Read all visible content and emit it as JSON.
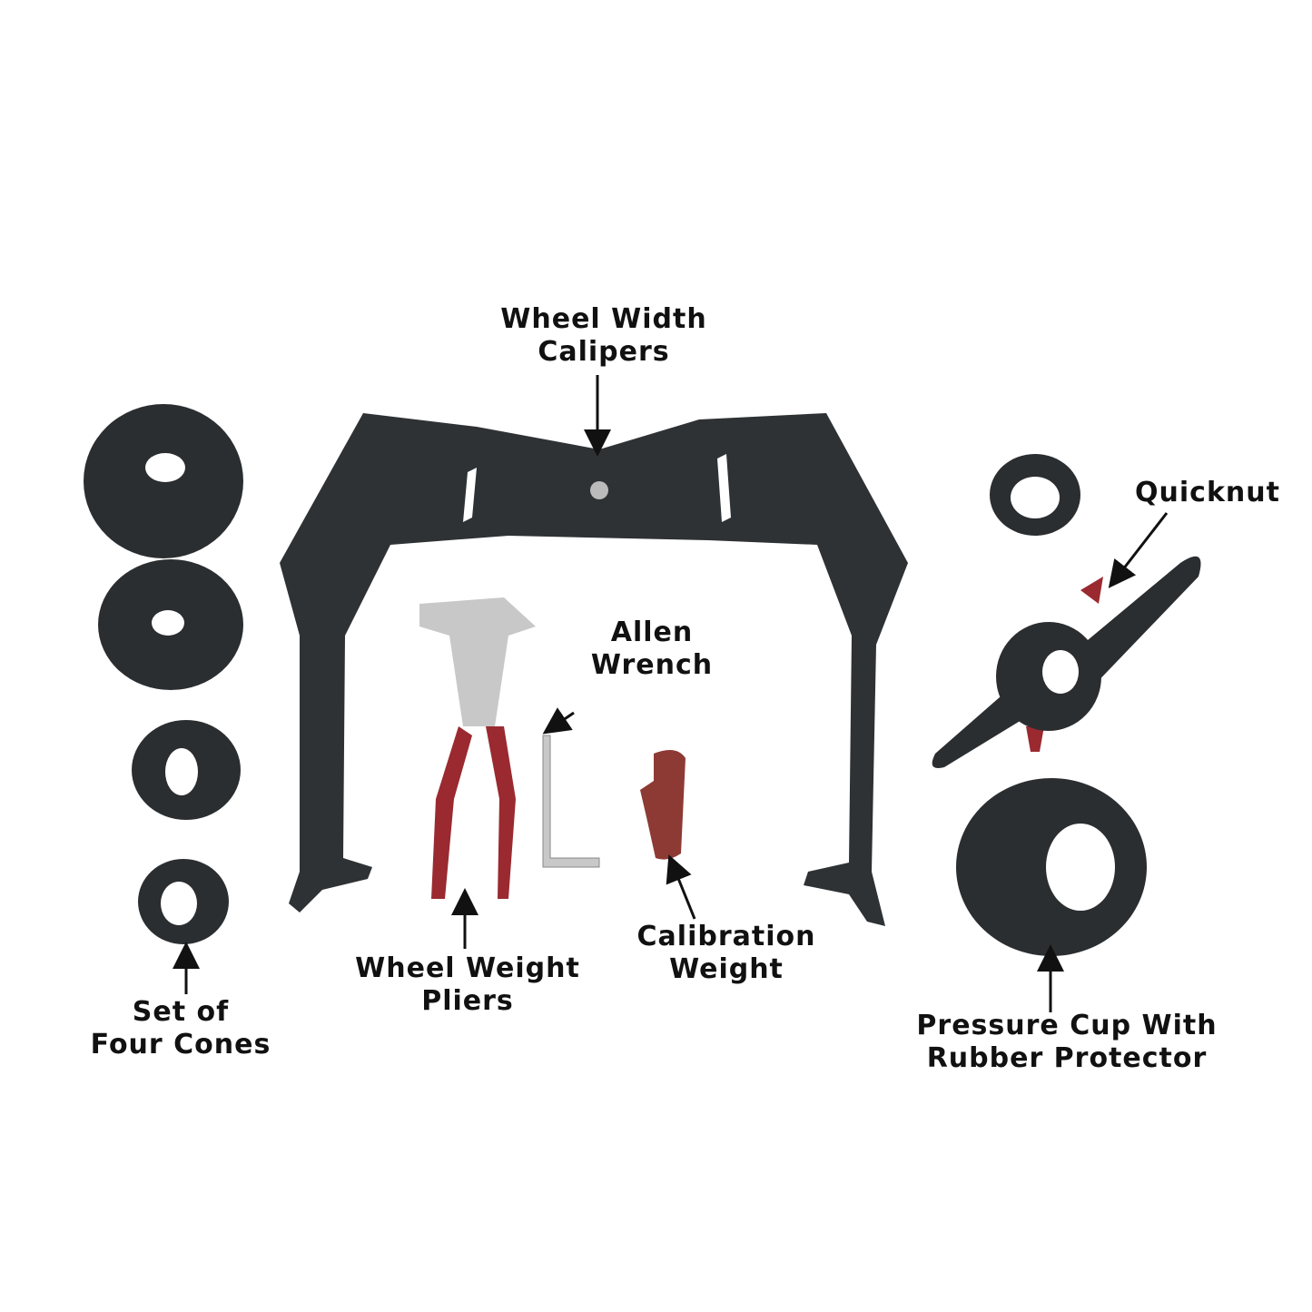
{
  "colors": {
    "rubber": "#2b2e30",
    "handle": "#9a2a30",
    "steel": "#c8c8c8",
    "weight": "#8e3a34",
    "text": "#111111"
  },
  "labels": {
    "calipers": [
      "Wheel Width",
      "Calipers"
    ],
    "quicknut": [
      "Quicknut"
    ],
    "allen": [
      "Allen",
      "Wrench"
    ],
    "cones": [
      "Set of",
      "Four Cones"
    ],
    "pliers": [
      "Wheel Weight",
      "Pliers"
    ],
    "calibration": [
      "Calibration",
      "Weight"
    ],
    "pressure_cup": [
      "Pressure Cup With",
      "Rubber Protector"
    ]
  }
}
